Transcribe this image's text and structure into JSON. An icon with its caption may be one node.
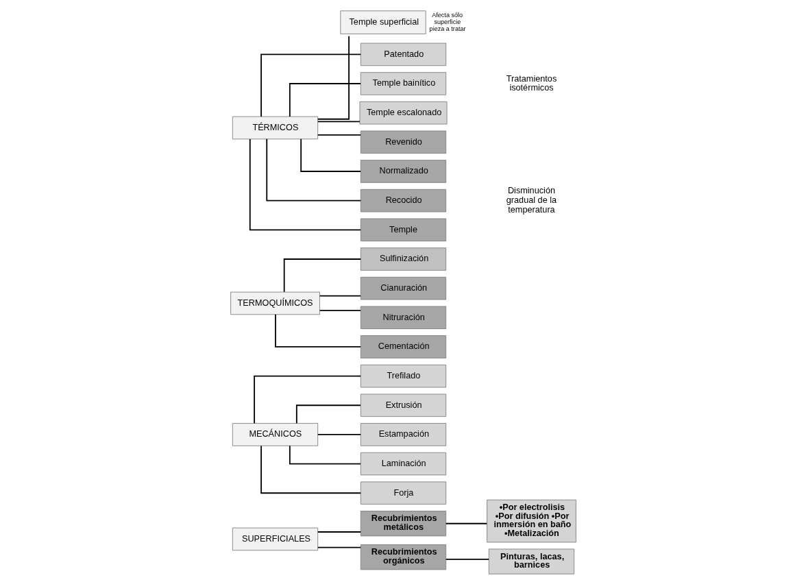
{
  "diagram": {
    "nodes": [
      {
        "text": [
          "TÉRMICOS"
        ]
      },
      {
        "text": [
          "Temple"
        ]
      },
      {
        "text": [
          "Recocido"
        ]
      },
      {
        "text": [
          "Normalizado"
        ]
      },
      {
        "text": [
          "Revenido"
        ]
      },
      {
        "text": [
          "Temple escalonado"
        ]
      },
      {
        "text": [
          "Temple bainítico"
        ]
      },
      {
        "text": [
          "Patentado"
        ]
      },
      {
        "text": [
          "Temple superficial"
        ],
        "beside": [
          "Afecta sólo superficie pieza a tratar"
        ]
      },
      {
        "text": [
          "TERMOQUÍMICOS"
        ]
      },
      {
        "text": [
          "Cementación"
        ]
      },
      {
        "text": [
          "Nitruración"
        ]
      },
      {
        "text": [
          "Cianuración"
        ]
      },
      {
        "text": [
          "Sulfinización"
        ]
      },
      {
        "text": [
          "MECÁNICOS"
        ]
      },
      {
        "text": [
          "Forja"
        ]
      },
      {
        "text": [
          "Laminación"
        ]
      },
      {
        "text": [
          "Estampación"
        ]
      },
      {
        "text": [
          "Extrusión"
        ]
      },
      {
        "text": [
          "Trefilado"
        ]
      },
      {
        "text": [
          "SUPERFICIALES"
        ]
      },
      {
        "text": [
          "Recubrimientos orgánicos"
        ]
      },
      {
        "text": [
          "Pinturas, lacas, barnices"
        ]
      },
      {
        "text": [
          "Recubrimientos metálicos"
        ]
      },
      {
        "text": [
          "•Por electrolisis •Por difusión •Por inmersión en baño •Metalización"
        ]
      }
    ],
    "edges": [
      {
        "from": 0,
        "to": 1,
        "arrow": "none"
      },
      {
        "from": 0,
        "to": 2,
        "arrow": "none"
      },
      {
        "from": 0,
        "to": 3,
        "arrow": "none"
      },
      {
        "from": 0,
        "to": 4,
        "arrow": "none"
      },
      {
        "from": 0,
        "to": 5,
        "arrow": "none"
      },
      {
        "from": 0,
        "to": 6,
        "arrow": "none"
      },
      {
        "from": 0,
        "to": 7,
        "arrow": "none"
      },
      {
        "from": 0,
        "to": 8,
        "arrow": "none"
      },
      {
        "from": 9,
        "to": 10,
        "arrow": "none"
      },
      {
        "from": 9,
        "to": 11,
        "arrow": "none"
      },
      {
        "from": 9,
        "to": 12,
        "arrow": "none"
      },
      {
        "from": 9,
        "to": 13,
        "arrow": "none"
      },
      {
        "from": 14,
        "to": 15,
        "arrow": "none"
      },
      {
        "from": 14,
        "to": 16,
        "arrow": "none"
      },
      {
        "from": 14,
        "to": 17,
        "arrow": "none"
      },
      {
        "from": 14,
        "to": 18,
        "arrow": "none"
      },
      {
        "from": 14,
        "to": 19,
        "arrow": "none"
      },
      {
        "from": 20,
        "to": 21,
        "arrow": "none"
      },
      {
        "from": 20,
        "to": 23,
        "arrow": "none"
      },
      {
        "from": 21,
        "to": 22,
        "arrow": "none"
      },
      {
        "from": 23,
        "to": 24,
        "arrow": "none"
      }
    ],
    "labels": [
      "Disminución gradual de la temperatura",
      "Tratamientos isotérmicos"
    ]
  }
}
